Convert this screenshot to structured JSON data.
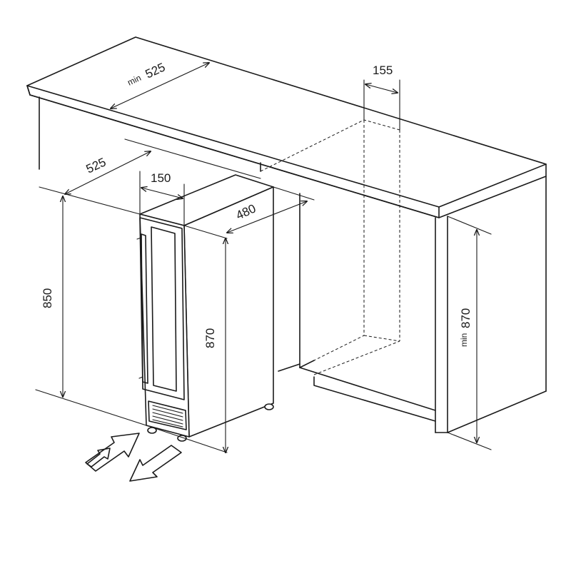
{
  "dimensions": {
    "counter_depth": {
      "prefix": "min",
      "value": "525"
    },
    "gap_width": "155",
    "depth": "525",
    "width": "150",
    "depth_front": "480",
    "height_left": "850",
    "height_unit": "870",
    "niche_height": {
      "prefix": "min",
      "value": "870"
    }
  }
}
